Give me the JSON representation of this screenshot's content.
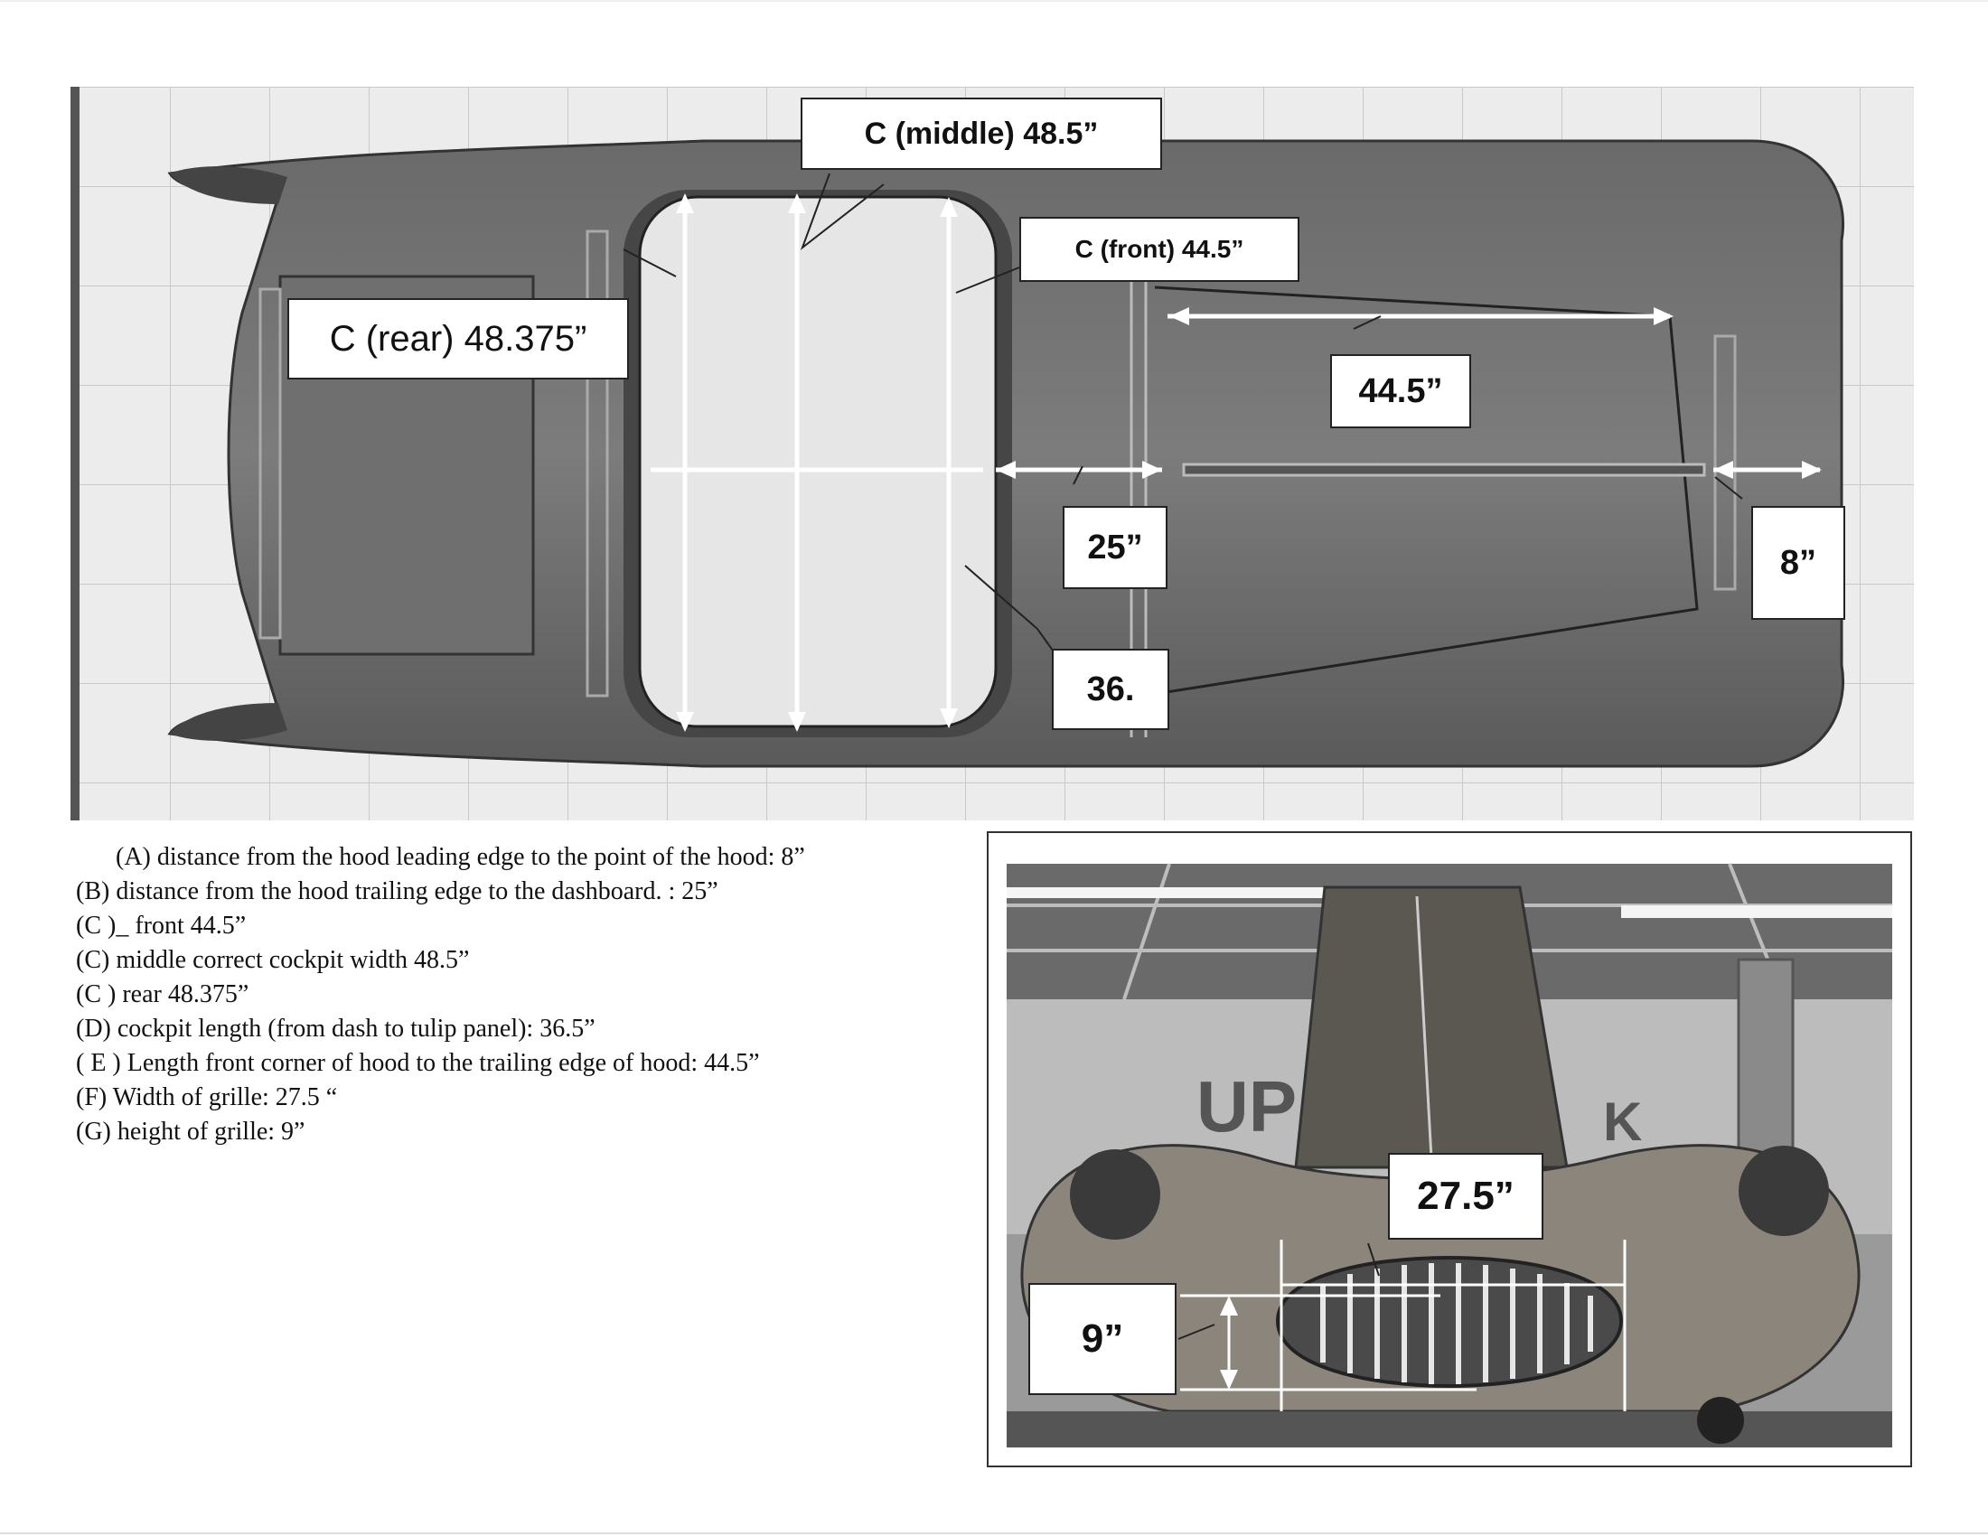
{
  "callouts": {
    "c_middle": "C (middle) 48.5”",
    "c_front": "C (front) 44.5”",
    "c_rear": "C (rear) 48.375”",
    "hood_length": "44.5”",
    "hood_to_dash": "25”",
    "hood_lead": "8”",
    "cockpit": "36.",
    "grille_width": "27.5”",
    "grille_height": "9”"
  },
  "photo_sign_letters": "UP",
  "photo_sign_letters_2": "K",
  "legend": [
    "(A) distance from the hood leading edge to the  point of the hood:  8”",
    "(B) distance from the hood trailing edge to the dashboard. :  25”",
    "(C )_ front 44.5”",
    "(C) middle correct cockpit width  48.5”",
    "(C ) rear 48.375”",
    "(D) cockpit length (from dash to tulip panel): 36.5”",
    "( E )  Length front corner of hood to the trailing edge of hood: 44.5”",
    "(F) Width of grille: 27.5 “",
    "(G) height of grille: 9”"
  ]
}
